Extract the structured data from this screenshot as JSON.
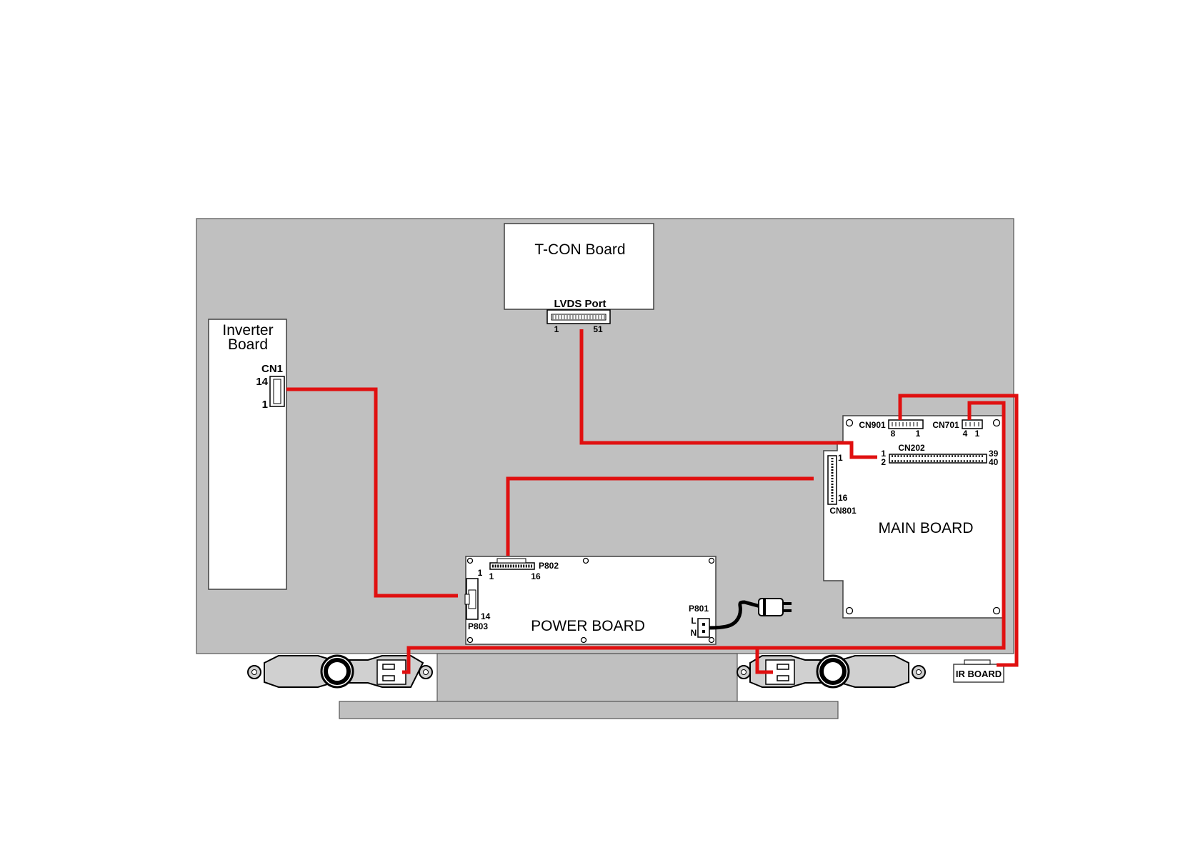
{
  "boards": {
    "tcon": {
      "title": "T-CON Board",
      "port": "LVDS Port",
      "pin_first": "1",
      "pin_last": "51"
    },
    "inverter": {
      "title_line1": "Inverter",
      "title_line2": "Board",
      "connector": "CN1",
      "pin_top": "14",
      "pin_bottom": "1"
    },
    "main": {
      "title": "MAIN BOARD",
      "cn901": {
        "label": "CN901",
        "pin_left": "8",
        "pin_right": "1"
      },
      "cn701": {
        "label": "CN701",
        "pin_left": "4",
        "pin_right": "1"
      },
      "cn202": {
        "label": "CN202",
        "pin_1": "1",
        "pin_2": "2",
        "pin_39": "39",
        "pin_40": "40"
      },
      "cn801": {
        "label": "CN801",
        "pin_top": "1",
        "pin_bottom": "16"
      }
    },
    "power": {
      "title": "POWER BOARD",
      "p802": {
        "label": "P802",
        "pin_left": "1",
        "pin_right": "16",
        "pin_side": "1"
      },
      "p803": {
        "label": "P803",
        "pin_bottom": "14"
      },
      "p801": {
        "label": "P801",
        "line": "L",
        "neutral": "N"
      }
    },
    "ir": {
      "title": "IR BOARD"
    }
  },
  "colors": {
    "chassis": "#c0c0c0",
    "wire": "#e01010",
    "board": "#ffffff"
  }
}
